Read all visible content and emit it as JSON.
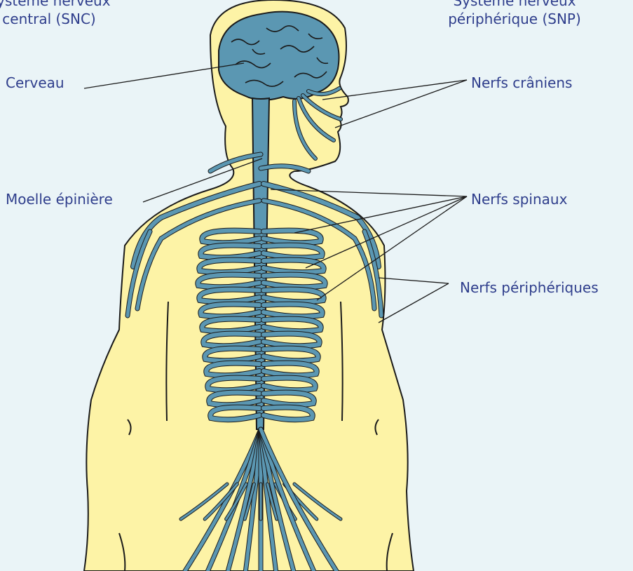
{
  "headers": {
    "snc": {
      "line1": "Système nerveux",
      "line2": "central (SNC)"
    },
    "snp": {
      "line1": "Système nerveux",
      "line2": "périphérique (SNP)"
    }
  },
  "labels": {
    "cerveau": "Cerveau",
    "moelle": "Moelle épinière",
    "craniens": "Nerfs crâniens",
    "spinaux": "Nerfs spinaux",
    "peripheriques": "Nerfs périphériques"
  },
  "colors": {
    "background": "#eaf4f7",
    "skin": "#fdf3a6",
    "nerve": "#5b97b2",
    "outline": "#1a1a1a",
    "text": "#2f3e8c"
  }
}
